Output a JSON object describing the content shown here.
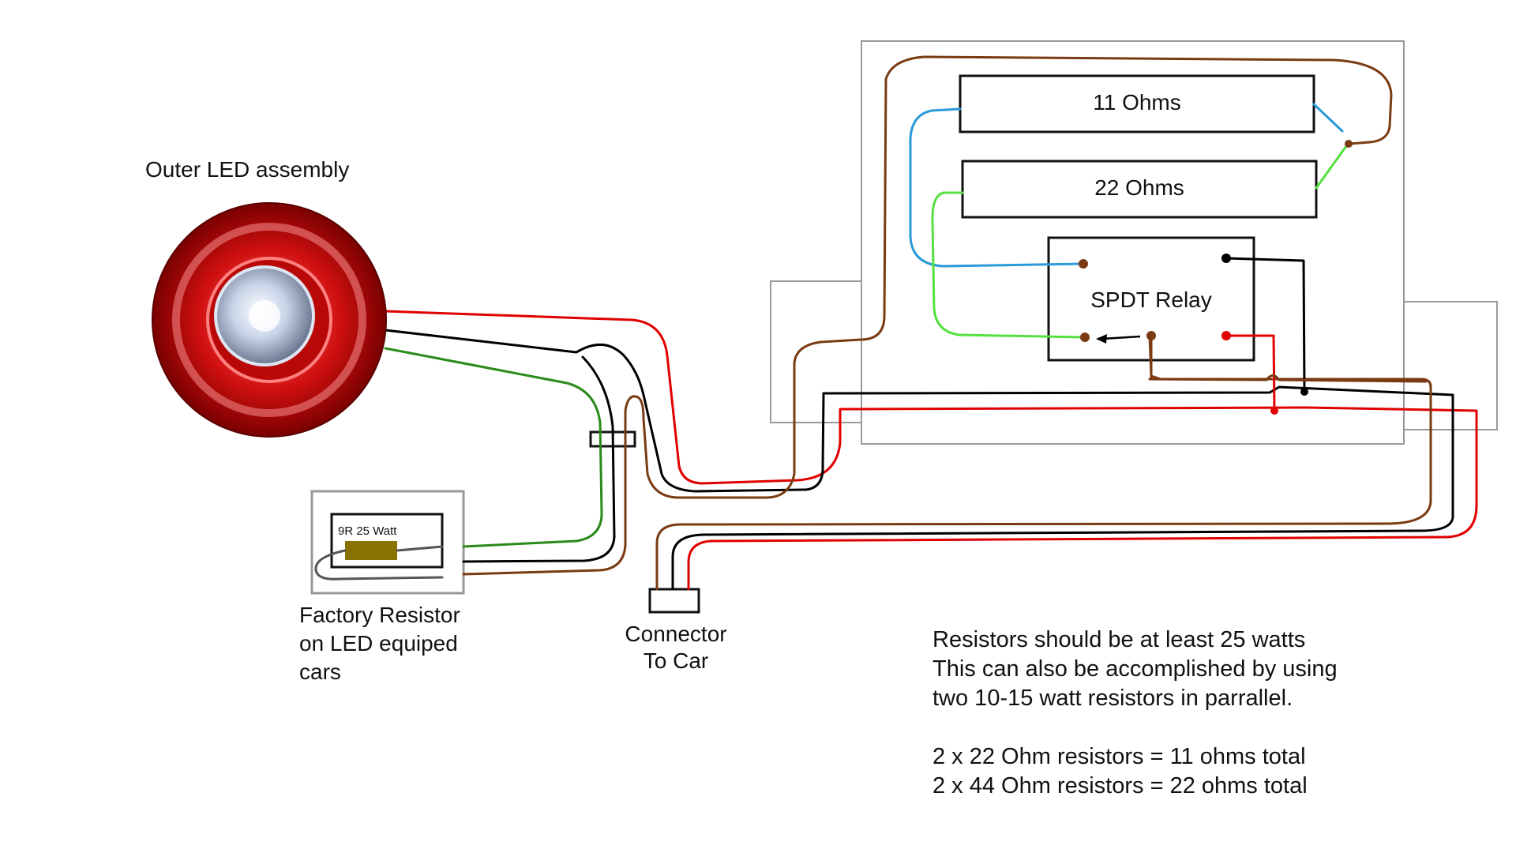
{
  "labels": {
    "led_assembly": "Outer LED assembly",
    "resistor_11": "11 Ohms",
    "resistor_22": "22 Ohms",
    "relay": "SPDT Relay",
    "factory_resistor_rating": "9R 25 Watt",
    "factory_resistor_caption": [
      "Factory Resistor",
      "on LED equiped",
      "cars"
    ],
    "connector_caption": [
      "Connector",
      "To Car"
    ]
  },
  "notes": {
    "lines": [
      "Resistors should be at least 25 watts",
      "This can also be accomplished by using",
      "two 10-15 watt resistors in parrallel.",
      "2 x 22 Ohm resistors = 11 ohms total",
      "2 x 44 Ohm resistors = 22 ohms total"
    ]
  },
  "colors": {
    "wire_red": "#e00000",
    "wire_black": "#000000",
    "wire_green": "#2a8a1a",
    "wire_brown": "#7a3b12",
    "wire_blue": "#2a9ad8",
    "wire_lime": "#55e040",
    "enclosure": "#999999",
    "terminal": "#7a3b12",
    "resistor_body": "#8a7200"
  }
}
